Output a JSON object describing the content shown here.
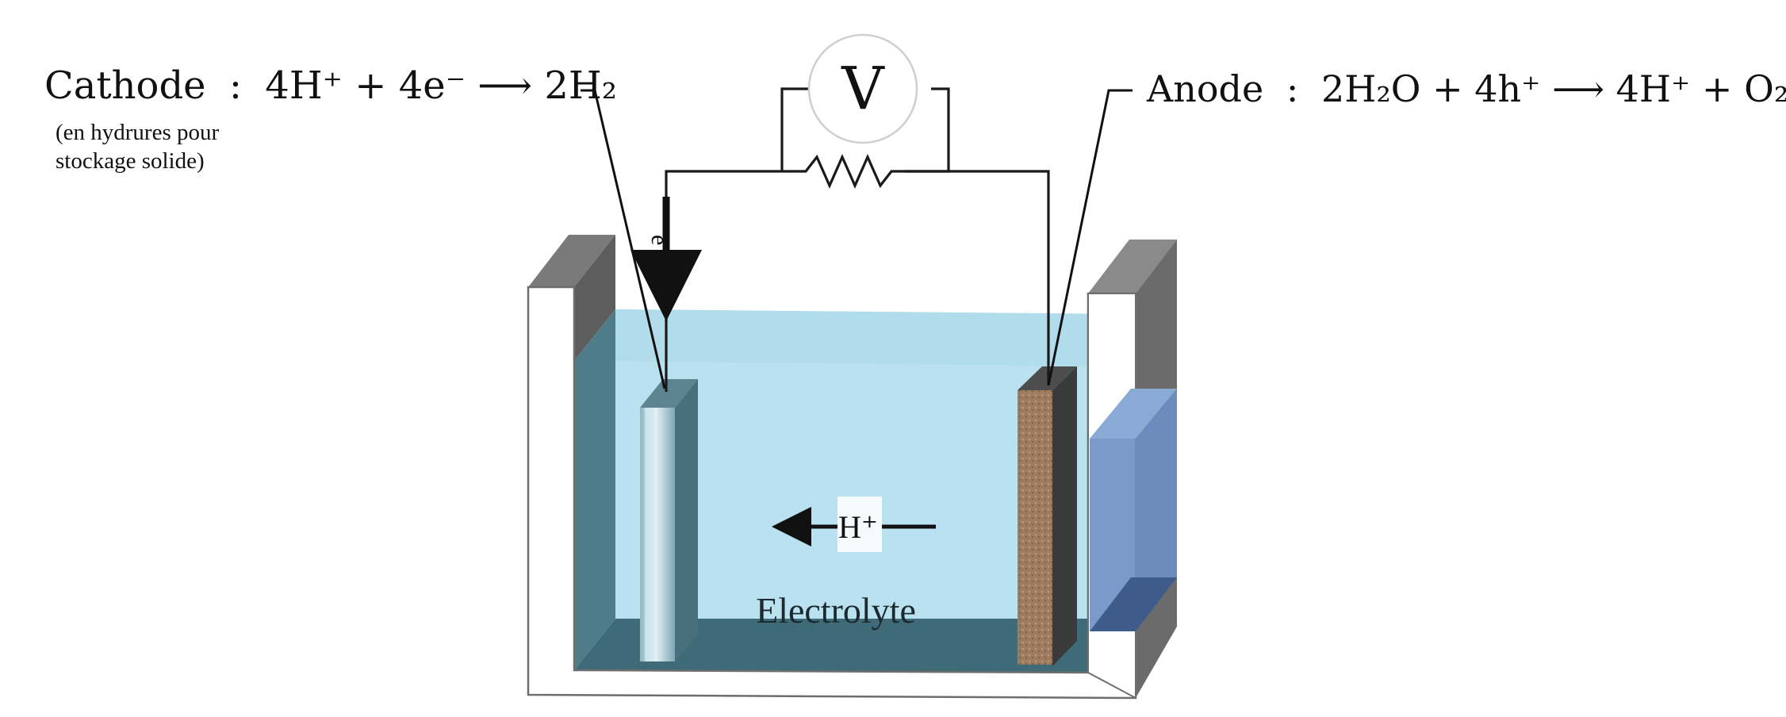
{
  "cathode": {
    "label": "Cathode",
    "sep": ":",
    "reaction": "4H⁺ + 4e⁻ ⟶ 2H₂",
    "note_line1": "(en hydrures pour",
    "note_line2": "stockage solide)"
  },
  "anode": {
    "label": "Anode",
    "sep": ":",
    "reaction": "2H₂O + 4h⁺ ⟶ 4H⁺ + O₂"
  },
  "voltmeter": {
    "symbol": "V"
  },
  "electron": {
    "label": "e⁻"
  },
  "proton": {
    "label": "H⁺"
  },
  "electrolyte": {
    "label": "Electrolyte"
  },
  "colors": {
    "electrolyte": "#b9e1ef",
    "tank_wall": "#4f7d8b",
    "tank_rim": "#6e6e6e",
    "cathode_plate": "#b5d3dc",
    "anode_plate": "#9c7a5e",
    "membrane": "#6b8fc6"
  }
}
